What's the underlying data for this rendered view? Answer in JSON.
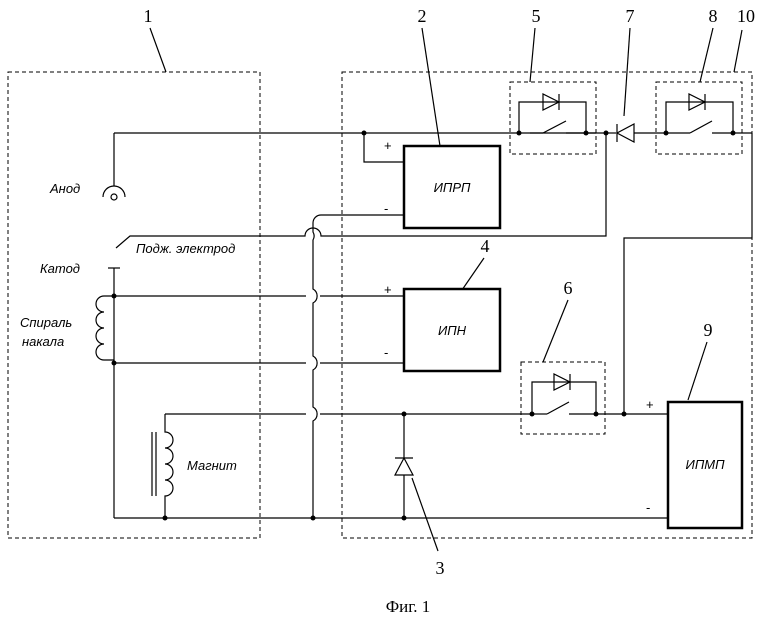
{
  "refs": {
    "r1": "1",
    "r2": "2",
    "r3": "3",
    "r4": "4",
    "r5": "5",
    "r6": "6",
    "r7": "7",
    "r8": "8",
    "r9": "9",
    "r10": "10"
  },
  "labels": {
    "anode": "Анод",
    "ignition": "Подж. электрод",
    "cathode": "Катод",
    "spiral_line1": "Спираль",
    "spiral_line2": "накала",
    "magnet": "Магнит"
  },
  "blocks": {
    "iprp": "ИПРП",
    "ipn": "ИПН",
    "ipmp": "ИПМП"
  },
  "signs": {
    "plus": "+",
    "minus": "-"
  },
  "caption": "Фиг. 1"
}
